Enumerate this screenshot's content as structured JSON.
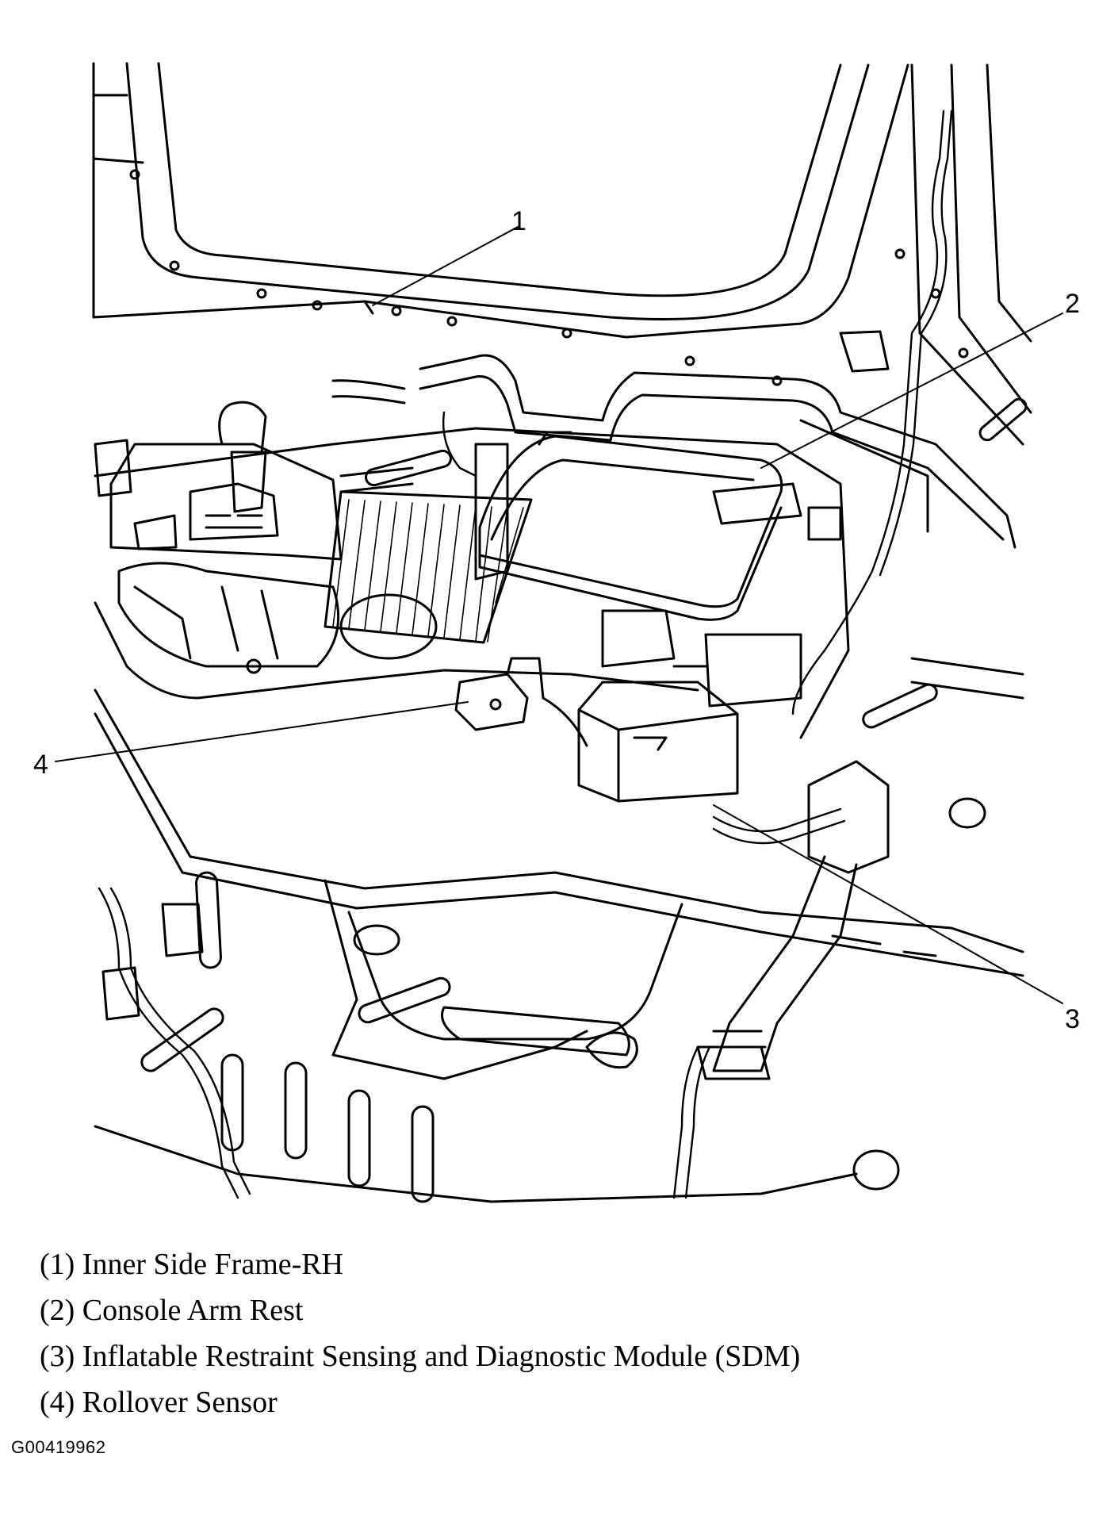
{
  "callouts": [
    {
      "id": "1",
      "label": "1"
    },
    {
      "id": "2",
      "label": "2"
    },
    {
      "id": "3",
      "label": "3"
    },
    {
      "id": "4",
      "label": "4"
    }
  ],
  "legend": [
    {
      "text": "(1) Inner Side Frame-RH"
    },
    {
      "text": "(2) Console Arm Rest"
    },
    {
      "text": "(3) Inflatable Restraint Sensing and Diagnostic Module (SDM)"
    },
    {
      "text": "(4) Rollover Sensor"
    }
  ],
  "figure_code": "G00419962",
  "colors": {
    "ink": "#000000",
    "paper": "#ffffff"
  }
}
